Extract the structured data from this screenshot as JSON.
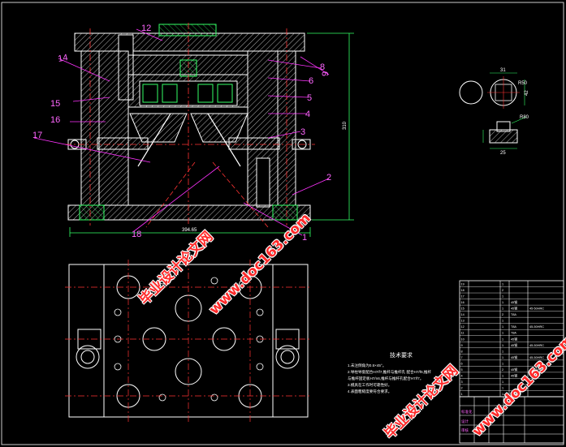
{
  "drawing": {
    "callouts": [
      "12",
      "14",
      "15",
      "16",
      "17",
      "18",
      "1",
      "2",
      "3",
      "4",
      "5",
      "6",
      "8",
      "9"
    ],
    "dim_width": "394.65",
    "dim_height": "310",
    "detail_dims": [
      "42",
      "31",
      "R50",
      "25",
      "R80"
    ],
    "tech_title": "技术要求",
    "tech_lines": [
      "1.未注倒角为0.5×45°。",
      "2.导柱导套配合H7/f7,推杆与推杆孔 配合H7/f6,推杆",
      "   与推杆固定板H7/n6,推杆与推杆孔配合H7/f7。",
      "3.模具在工作时可靠性好。",
      "4.表面粗糙度要符合要求。"
    ],
    "parts_rows": [
      [
        "19",
        "",
        "1",
        ""
      ],
      [
        "18",
        "",
        "2",
        ""
      ],
      [
        "17",
        "",
        "1",
        ""
      ],
      [
        "16",
        "",
        "1",
        "45钢"
      ],
      [
        "15",
        "",
        "1",
        "45钢",
        "45-50HRC"
      ],
      [
        "14",
        "",
        "2",
        "T8A"
      ],
      [
        "13",
        "",
        "1",
        ""
      ],
      [
        "12",
        "",
        "1",
        "T8A",
        "45-50HRC"
      ],
      [
        "11",
        "",
        "1",
        "T8A"
      ],
      [
        "10",
        "",
        "1",
        "45钢"
      ],
      [
        "9",
        "",
        "1",
        "45钢",
        "45-50HRC"
      ],
      [
        "8",
        "",
        "1",
        ""
      ],
      [
        "7",
        "",
        "1",
        "45钢",
        "45-50HRC"
      ],
      [
        "6",
        "",
        "1",
        ""
      ],
      [
        "5",
        "",
        "2",
        "45钢",
        "45-55HRC"
      ],
      [
        "4",
        "",
        "1",
        "45钢"
      ],
      [
        "3",
        "",
        "1",
        ""
      ],
      [
        "2",
        "",
        "1",
        ""
      ],
      [
        "1",
        "",
        "1",
        "工具钢"
      ]
    ],
    "title_block_labels": [
      "标准化",
      "设计",
      "审核"
    ]
  },
  "watermarks": [
    "毕业设计论文网",
    "www.doc163.com",
    "毕业设计论文网",
    "www.doc163.com"
  ]
}
